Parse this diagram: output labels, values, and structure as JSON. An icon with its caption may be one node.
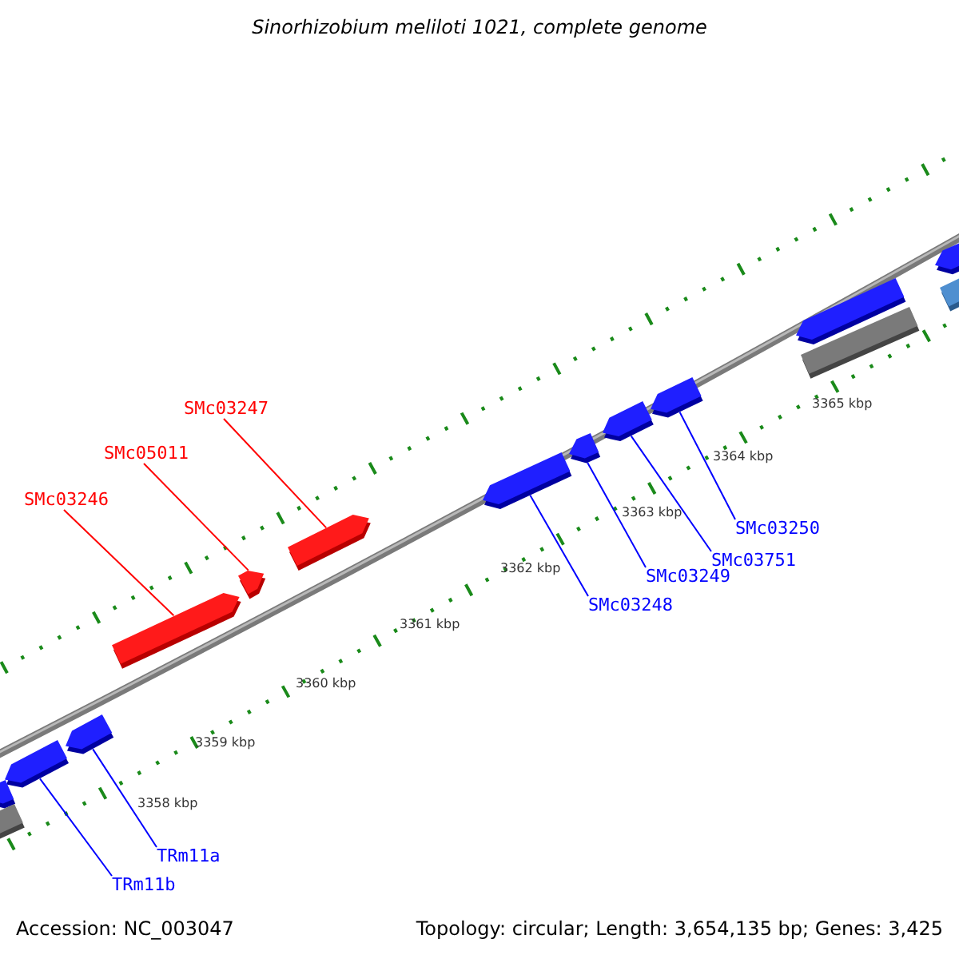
{
  "diagram": {
    "title": "Sinorhizobium meliloti 1021, complete genome",
    "nodes": [
      {
        "text": [
          "SMc03247"
        ]
      },
      {
        "text": [
          "SMc05011"
        ]
      },
      {
        "text": [
          "SMc03246"
        ]
      },
      {
        "text": [
          "SMc03250"
        ]
      },
      {
        "text": [
          "SMc03751"
        ]
      },
      {
        "text": [
          "SMc03249"
        ]
      },
      {
        "text": [
          "SMc03248"
        ]
      },
      {
        "text": [
          "TRm11a"
        ]
      },
      {
        "text": [
          "TRm11b"
        ]
      },
      {
        "text": [],
        "shape": "bar"
      },
      {
        "text": [],
        "shape": "bar"
      },
      {
        "text": [],
        "shape": "bar"
      },
      {
        "text": [],
        "shape": "bar"
      },
      {
        "text": [],
        "shape": "bar"
      },
      {
        "text": [],
        "shape": "bar"
      },
      {
        "text": [],
        "shape": "bar"
      },
      {
        "text": [],
        "shape": "bar"
      },
      {
        "text": [],
        "shape": "bar"
      },
      {
        "text": [],
        "shape": "bar"
      },
      {
        "text": [],
        "shape": "bar"
      },
      {
        "text": [],
        "shape": "bar"
      },
      {
        "text": [],
        "shape": "bar"
      },
      {
        "text": [],
        "shape": "bar"
      },
      {
        "text": [],
        "shape": "bar"
      }
    ],
    "edges": [
      {
        "from": 0,
        "to": 11,
        "arrow": "none",
        "color": "#ff0000"
      },
      {
        "from": 1,
        "to": 10,
        "arrow": "none",
        "color": "#ff0000"
      },
      {
        "from": 2,
        "to": 9,
        "arrow": "none",
        "color": "#ff0000"
      },
      {
        "from": 3,
        "to": 15,
        "arrow": "none"
      },
      {
        "from": 4,
        "to": 14,
        "arrow": "none"
      },
      {
        "from": 5,
        "to": 13,
        "arrow": "none"
      },
      {
        "from": 6,
        "to": 12,
        "arrow": "none"
      },
      {
        "from": 7,
        "to": 16,
        "arrow": "none"
      },
      {
        "from": 8,
        "to": 17,
        "arrow": "none"
      }
    ],
    "labels": [
      "3365 kbp",
      "3364 kbp",
      "3363 kbp",
      "3362 kbp",
      "3361 kbp",
      "3360 kbp",
      "3359 kbp",
      "3358 kbp",
      "Accession: NC_003047",
      "Topology: circular; Length: 3,654,135 bp; Genes: 3,425"
    ]
  }
}
